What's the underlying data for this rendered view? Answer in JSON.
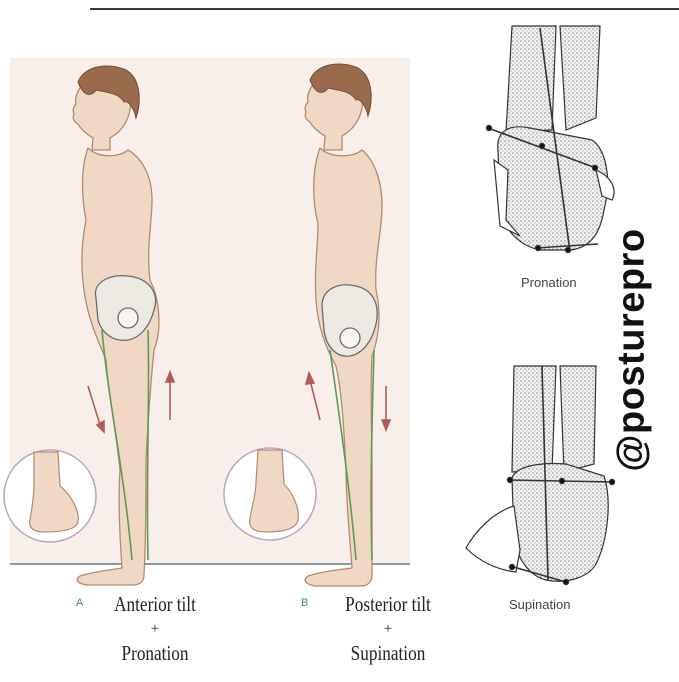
{
  "left_panel": {
    "figure_a": {
      "letter": "A",
      "line1": "Anterior tilt",
      "plus": "+",
      "line2": "Pronation"
    },
    "figure_b": {
      "letter": "B",
      "line1": "Posterior tilt",
      "plus": "+",
      "line2": "Supination"
    }
  },
  "right_panel": {
    "top_label": "Pronation",
    "bottom_label": "Supination"
  },
  "watermark": "@posturepro",
  "colors": {
    "skin": "#f1d8c4",
    "skin_outline": "#b08a74",
    "hair": "#9b6a4c",
    "pelvis": "#eceae2",
    "leg_line": "#5f9a55",
    "arrow": "#b55b55",
    "panel_bg": "#f8eeea"
  }
}
